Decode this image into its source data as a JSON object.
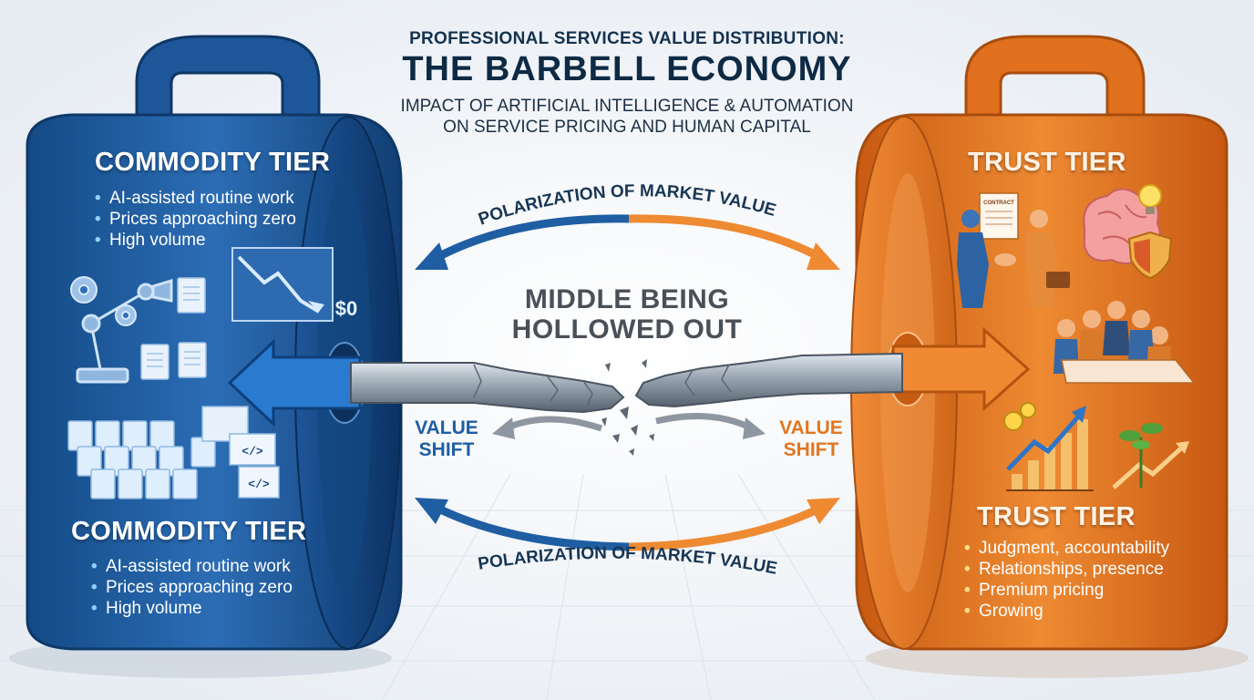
{
  "header": {
    "title_small": "PROFESSIONAL SERVICES VALUE DISTRIBUTION:",
    "title_big": "THE BARBELL ECONOMY",
    "subtitle_line1": "IMPACT OF ARTIFICIAL INTELLIGENCE & AUTOMATION",
    "subtitle_line2": "ON SERVICE PRICING AND HUMAN CAPITAL"
  },
  "left_weight": {
    "title_top": "COMMODITY TIER",
    "bullets_top": [
      "AI-assisted routine work",
      "Prices approaching zero",
      "High volume"
    ],
    "title_bottom": "COMMODITY TIER",
    "bullets_bottom": [
      "AI-assisted routine work",
      "Prices approaching zero",
      "High volume"
    ],
    "price_label": "$0",
    "color": "#1f5ea3",
    "icons": [
      "robot-arm-icon",
      "gear-icon",
      "document-icon",
      "declining-chart-icon",
      "document-stack-icon",
      "code-window-icon"
    ]
  },
  "right_weight": {
    "title_top": "TRUST TIER",
    "title_bottom": "TRUST TIER",
    "bullets_bottom": [
      "Judgment, accountability",
      "Relationships, presence",
      "Premium pricing",
      "Growing"
    ],
    "color": "#e2761f",
    "icons": [
      "handshake-contract-icon",
      "brain-lightbulb-icon",
      "shield-icon",
      "meeting-table-icon",
      "rising-chart-icon",
      "growing-plant-icon"
    ]
  },
  "center": {
    "arc_top_label": "POLARIZATION OF MARKET VALUE",
    "arc_bottom_label": "POLARIZATION OF MARKET VALUE",
    "middle_line1": "MIDDLE BEING",
    "middle_line2": "HOLLOWED OUT",
    "value_shift_left_1": "VALUE",
    "value_shift_left_2": "SHIFT",
    "value_shift_right_1": "VALUE",
    "value_shift_right_2": "SHIFT"
  },
  "colors": {
    "blue": "#1f5ea3",
    "orange": "#e2761f",
    "title_navy": "#0e2a44"
  }
}
